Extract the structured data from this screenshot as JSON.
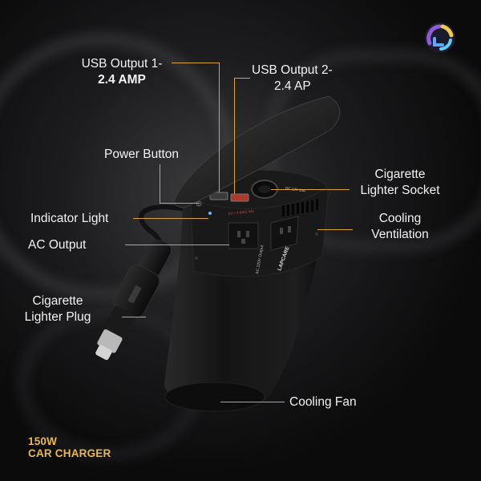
{
  "labels": {
    "usb1": [
      "USB Output 1-",
      "2.4 AMP"
    ],
    "usb2": [
      "USB Output 2-",
      "2.4 AP"
    ],
    "power": "Power Button",
    "indicator": "Indicator Light",
    "ac_output": "AC Output",
    "cig_socket": [
      "Cigarette",
      "Lighter Socket"
    ],
    "cooling_vent": [
      "Cooling",
      "Ventilation"
    ],
    "cig_plug": [
      "Cigarette",
      "Lighter Plug"
    ],
    "cooling_fan": "Cooling Fan"
  },
  "product": {
    "title_line1": "150W",
    "title_line2": "CAR CHARGER",
    "brand_print": "LAPCARE",
    "rating_print": "AC 220V Output",
    "usb_print": "5V⎓ 4.8A(2.4A)",
    "dc_print": "DC 12V 10A"
  },
  "colors": {
    "accent": "#d9a23c",
    "title": "#e8b84a",
    "text": "#f2f2f2",
    "body": "#1b1b1c"
  },
  "icons": [
    "brand-logo-icon"
  ]
}
